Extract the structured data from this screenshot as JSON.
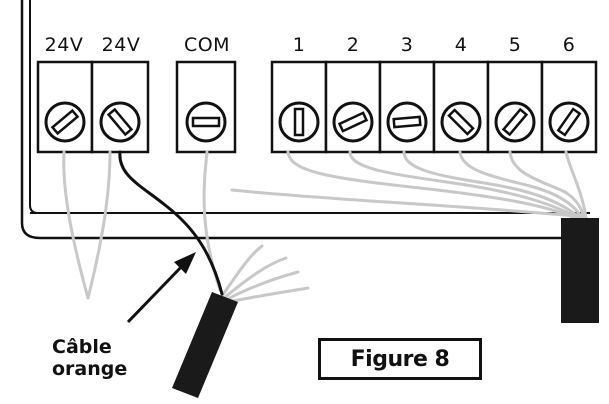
{
  "terminals": {
    "left": [
      "24V",
      "24V"
    ],
    "common": "COM",
    "zones": [
      "1",
      "2",
      "3",
      "4",
      "5",
      "6"
    ]
  },
  "callout": {
    "line1": "Câble",
    "line2": "orange"
  },
  "figure_label": "Figure 8",
  "colors": {
    "outline": "#111111",
    "wire_gray": "#c8c8c8",
    "cable_sheath": "#1a1a1a",
    "orange_wire_drawn": "#111111"
  }
}
